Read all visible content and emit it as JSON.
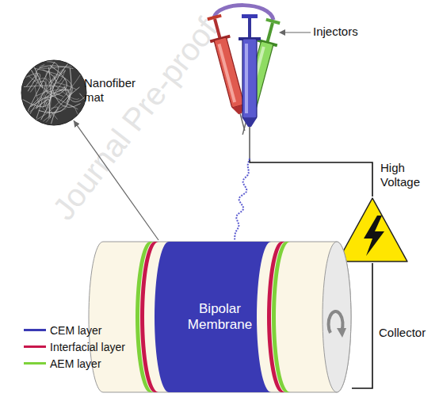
{
  "diagram": {
    "nodes": [
      {
        "text": [
          "Injectors"
        ]
      },
      {
        "text": [
          "Nanofiber mat"
        ]
      },
      {
        "text": [
          "High Voltage"
        ]
      },
      {
        "text": [
          "Bipolar Membrane"
        ]
      }
    ],
    "edges": [
      {
        "from": 0,
        "to": 2,
        "arrow": "none"
      },
      {
        "from": 2,
        "to": 3,
        "arrow": "none"
      },
      {
        "from": 3,
        "to": 1,
        "arrow": "to"
      },
      {
        "from": 0,
        "to": 3,
        "arrow": "none"
      }
    ],
    "labels": [
      "Collector",
      "Journal Pre-proof"
    ],
    "legend": [
      {
        "text": "CEM layer",
        "color": "#3a3ab4"
      },
      {
        "text": "Interfacial layer",
        "color": "#c8174c"
      },
      {
        "text": "AEM layer",
        "color": "#7ed23a"
      }
    ]
  }
}
